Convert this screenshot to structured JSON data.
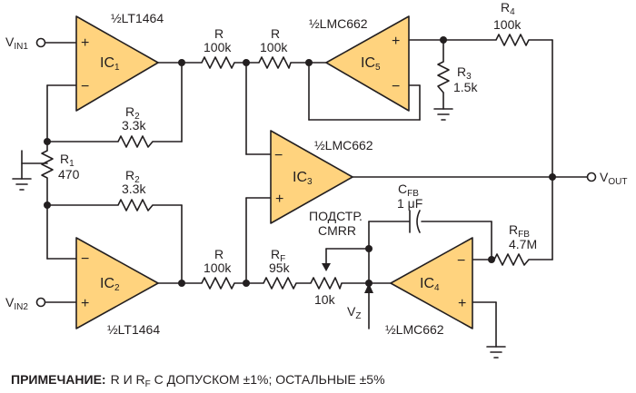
{
  "amplifiers": {
    "ic1": {
      "name": "IC",
      "sub": "1",
      "part": "½LT1464"
    },
    "ic2": {
      "name": "IC",
      "sub": "2",
      "part": "½LT1464"
    },
    "ic3": {
      "name": "IC",
      "sub": "3",
      "part": "½LMC662"
    },
    "ic4": {
      "name": "IC",
      "sub": "4",
      "part": "½LMC662"
    },
    "ic5": {
      "name": "IC",
      "sub": "5",
      "part": "½LMC662"
    }
  },
  "resistors": {
    "r_top1": {
      "name": "R",
      "sub": "",
      "value": "100k"
    },
    "r_top2": {
      "name": "R",
      "sub": "",
      "value": "100k"
    },
    "r_bot": {
      "name": "R",
      "sub": "",
      "value": "100k"
    },
    "r1": {
      "name": "R",
      "sub": "1",
      "value": "470"
    },
    "r2_top": {
      "name": "R",
      "sub": "2",
      "value": "3.3k"
    },
    "r2_bot": {
      "name": "R",
      "sub": "2",
      "value": "3.3k"
    },
    "r3": {
      "name": "R",
      "sub": "3",
      "value": "1.5k"
    },
    "r4": {
      "name": "R",
      "sub": "4",
      "value": "100k"
    },
    "rf": {
      "name": "R",
      "sub": "F",
      "value": "95k"
    },
    "rfb": {
      "name": "R",
      "sub": "FB",
      "value": "4.7M"
    },
    "trim": {
      "value": "10k",
      "label_line1": "ПОДСТР.",
      "label_line2": "CMRR"
    }
  },
  "capacitor": {
    "name": "C",
    "sub": "FB",
    "value": "1 μF"
  },
  "ports": {
    "vin1": {
      "name": "V",
      "sub": "IN1"
    },
    "vin2": {
      "name": "V",
      "sub": "IN2"
    },
    "vout": {
      "name": "V",
      "sub": "OUT"
    },
    "vz": {
      "name": "V",
      "sub": "Z"
    }
  },
  "symbols": {
    "plus": "+",
    "minus": "−"
  },
  "note": {
    "label": "ПРИМЕЧАНИЕ:",
    "text_a": "R И R",
    "text_sub": "F",
    "text_b": " С ДОПУСКОМ ±1%; ОСТАЛЬНЫЕ ±5%"
  }
}
